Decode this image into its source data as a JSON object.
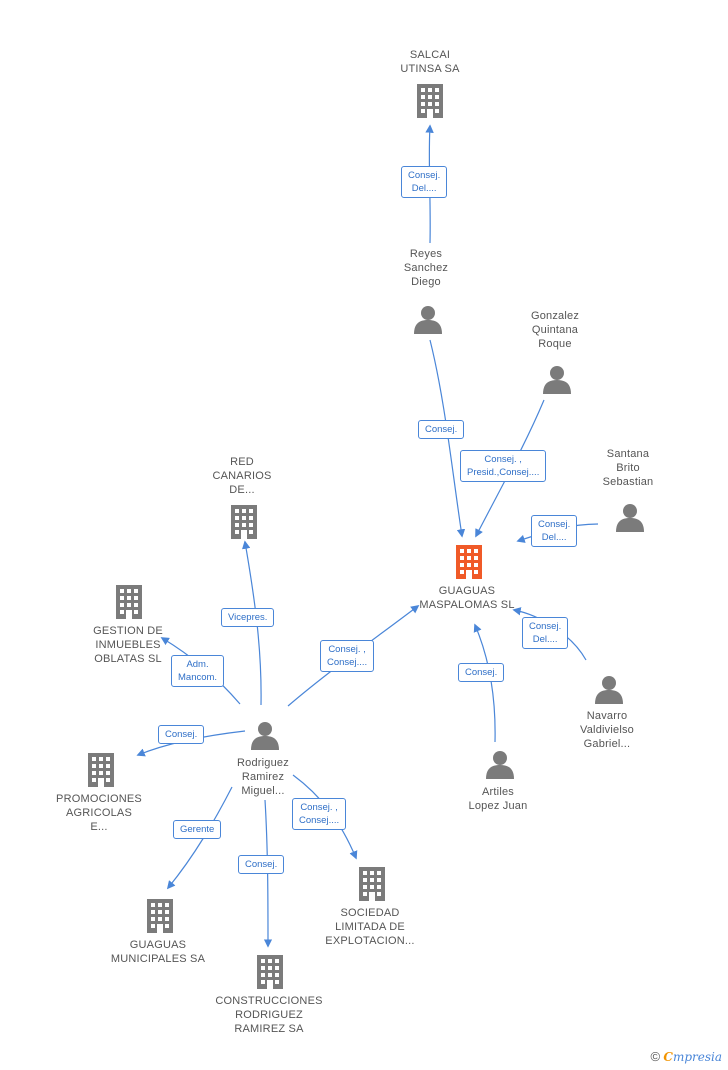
{
  "colors": {
    "building": "#7b7b7b",
    "focus_building": "#f05a28",
    "person": "#7b7b7b",
    "edge": "#4a86d8"
  },
  "nodes": {
    "salcai": {
      "label": "SALCAI\nUTINSA SA",
      "icon": "building-icon"
    },
    "reyes": {
      "label": "Reyes\nSanchez\nDiego",
      "icon": "person-icon"
    },
    "gonzalez": {
      "label": "Gonzalez\nQuintana\nRoque",
      "icon": "person-icon"
    },
    "santana": {
      "label": "Santana\nBrito\nSebastian",
      "icon": "person-icon"
    },
    "guaguas_maspalomas": {
      "label": "GUAGUAS\nMASPALOMAS SL",
      "icon": "building-icon"
    },
    "red_canarios": {
      "label": "RED\nCANARIOS\nDE...",
      "icon": "building-icon"
    },
    "gestion": {
      "label": "GESTION DE\nINMUEBLES\nOBLATAS SL",
      "icon": "building-icon"
    },
    "navarro": {
      "label": "Navarro\nValdivielso\nGabriel...",
      "icon": "person-icon"
    },
    "rodriguez": {
      "label": "Rodriguez\nRamirez\nMiguel...",
      "icon": "person-icon"
    },
    "artiles": {
      "label": "Artiles\nLopez Juan",
      "icon": "person-icon"
    },
    "promociones": {
      "label": "PROMOCIONES\nAGRICOLAS\nE...",
      "icon": "building-icon"
    },
    "sociedad": {
      "label": "SOCIEDAD\nLIMITADA DE\nEXPLOTACION...",
      "icon": "building-icon"
    },
    "guaguas_municipales": {
      "label": "GUAGUAS\nMUNICIPALES SA",
      "icon": "building-icon"
    },
    "construcciones": {
      "label": "CONSTRUCCIONES\nRODRIGUEZ\nRAMIREZ SA",
      "icon": "building-icon"
    }
  },
  "edges": {
    "reyes_salcai": "Consej.\nDel....",
    "reyes_gm": "Consej.",
    "gonzalez_gm": "Consej. ,\nPresid.,Consej....",
    "santana_gm": "Consej.\nDel....",
    "navarro_gm": "Consej.\nDel....",
    "artiles_gm": "Consej.",
    "rodriguez_gm": "Consej. ,\nConsej....",
    "rodriguez_red": "Vicepres.",
    "rodriguez_gestion": "Adm.\nMancom.",
    "rodriguez_promociones": "Consej.",
    "rodriguez_municipales": "Gerente",
    "rodriguez_construcciones": "Consej.",
    "rodriguez_sociedad": "Consej. ,\nConsej...."
  },
  "footer": {
    "copyright": "©",
    "brand_e": "C",
    "brand_rest": "mpresia"
  }
}
